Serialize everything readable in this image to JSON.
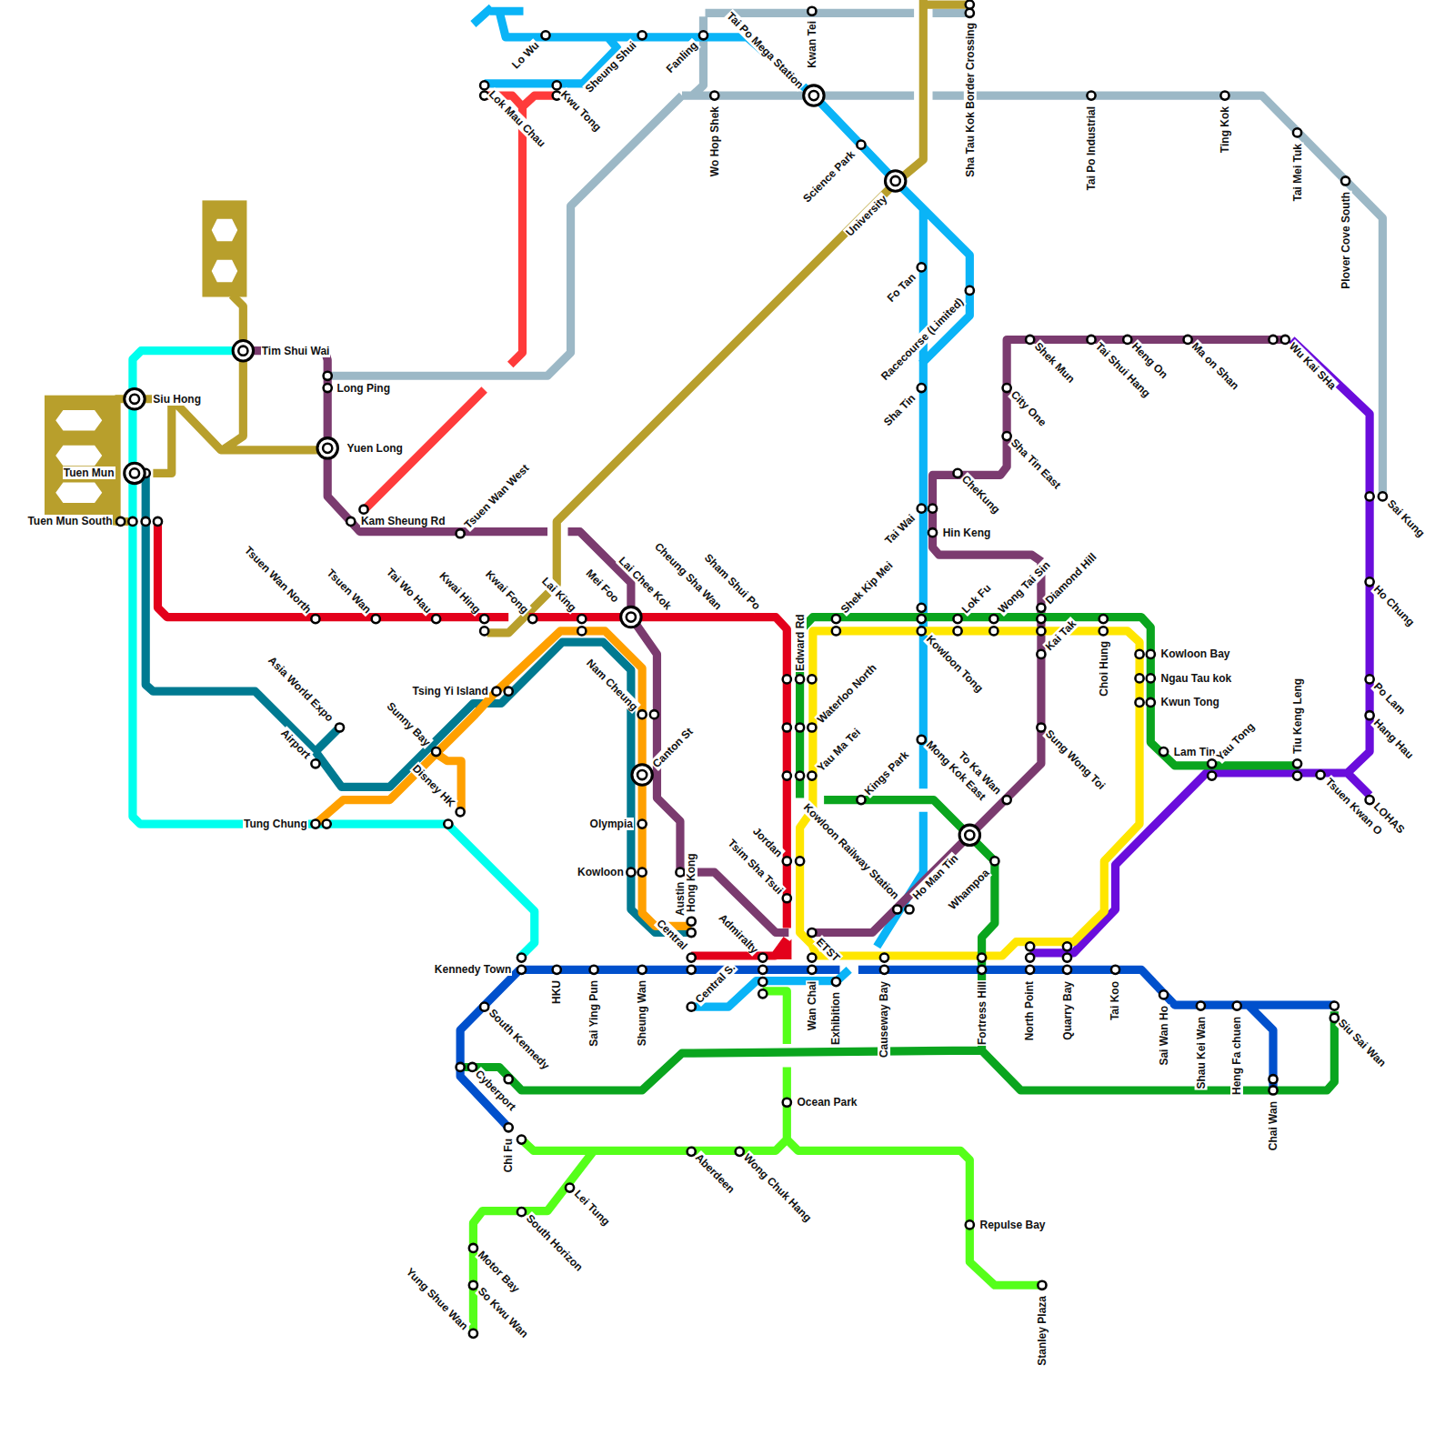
{
  "diagram": {
    "labels": [
      "Lo Wu",
      "Sheung Shui",
      "Fanling",
      "Tai Po Mega Station",
      "Kwan Tei",
      "Sha Tau Kok Border Crossing",
      "Lok Mau Chau",
      "Kwu Tong",
      "Wo Hop Shek",
      "Science Park",
      "University",
      "Tai Po Industrial",
      "Ting Kok",
      "Tai Mei Tuk",
      "Plover Cove South",
      "Fo Tan",
      "Racecourse (Limited)",
      "Sha Tin",
      "Tim Shui Wai",
      "Long Ping",
      "Siu Hong",
      "Yuen Long",
      "Tuen Mun",
      "Tuen Mun South",
      "Kam Sheung Rd",
      "Tsuen Wan West",
      "Shek Mun",
      "Tai Shui Hang",
      "Heng On",
      "Ma on Shan",
      "Wu Kai SHa",
      "City One",
      "Sha Tin East",
      "CheKung",
      "Tai Wai",
      "Hin Keng",
      "Sai Kung",
      "Ho Chung",
      "Tsuen Wan North",
      "Tsuen Wan",
      "Tai Wo Hau",
      "Kwai Hing",
      "Kwai Fong",
      "Lai King",
      "Mei Foo",
      "Lai Chee Kok",
      "Cheung Sha Wan",
      "Sham Shui Po",
      "Edward Rd",
      "Shek Kip Mei",
      "Lok Fu",
      "Wong Tai Sin",
      "Diamond Hill",
      "Kai Tak",
      "Choi Hung",
      "Kowloon Tong",
      "Kowloon Bay",
      "Ngau Tau kok",
      "Kwun Tong",
      "Po Lam",
      "Hang Hau",
      "Lam Tin",
      "Yau Tong",
      "Tiu Keng Leng",
      "Tsuen Kwan O",
      "LOHAS",
      "Waterloo North",
      "Yau Ma Tei",
      "Kings Park",
      "Mong Kok East",
      "Sung Wong Toi",
      "To Ka Wan",
      "Kowloon Railway Station",
      "Ho Man Tin",
      "Whampoa",
      "Jordan",
      "Tsim Sha Tsui",
      "ETST",
      "Nam Cheung",
      "Canton St",
      "Olympia",
      "Kowloon",
      "Austin",
      "Hong Kong",
      "Central",
      "Admiralty",
      "Central S.",
      "Tsing Yi Island",
      "Asia World Expo",
      "Airport",
      "Sunny Bay",
      "Disney HK",
      "Tung Chung",
      "Kennedy Town",
      "HKU",
      "Sai Ying Pun",
      "Sheung Wan",
      "Wan Chai",
      "Exhibition",
      "Causeway Bay",
      "Fortress Hill",
      "North Point",
      "Quarry Bay",
      "Tai Koo",
      "Sai Wan Ho",
      "Shau Kei Wan",
      "Heng Fa chuen",
      "Chai Wan",
      "Siu Sai Wan",
      "South Kennedy",
      "Cyberport",
      "Chi Fu",
      "Ocean Park",
      "Aberdeen",
      "Wong Chuk Hang",
      "Lei Tung",
      "South Horizon",
      "Motor Bay",
      "So Kwu Wan",
      "Yung Shue Wan",
      "Repulse Bay",
      "Stanley Plaza"
    ]
  }
}
